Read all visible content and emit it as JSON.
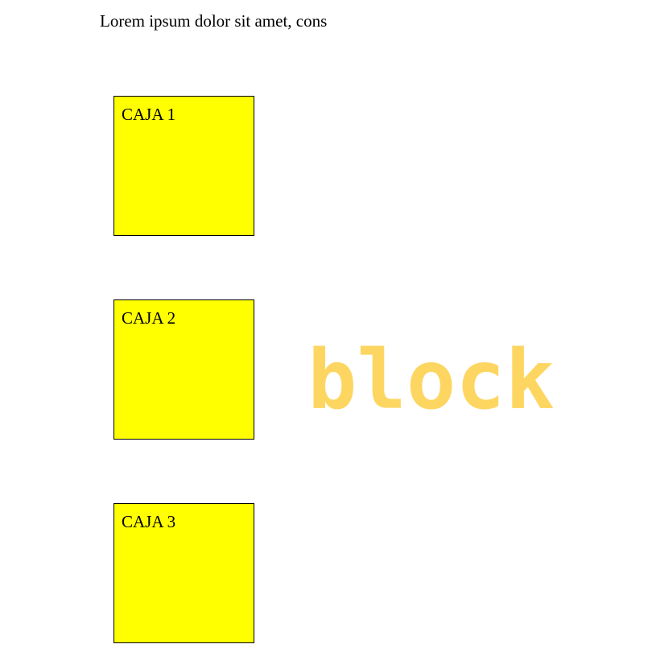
{
  "intro_text": "Lorem ipsum dolor sit amet, cons",
  "boxes": [
    {
      "label": "CAJA 1"
    },
    {
      "label": "CAJA 2"
    },
    {
      "label": "CAJA 3"
    }
  ],
  "overlay_word": "block",
  "colors": {
    "box_fill": "#ffff00",
    "box_border": "#000000",
    "overlay_word": "#fdd662",
    "background": "#ffffff"
  }
}
